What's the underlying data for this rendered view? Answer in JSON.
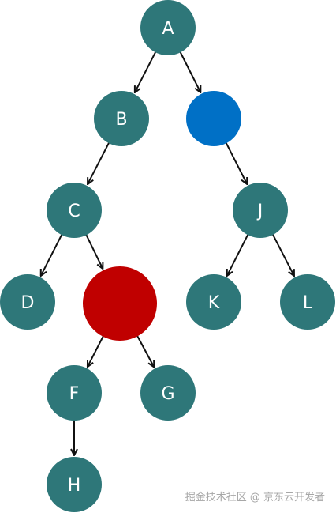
{
  "diagram": {
    "nodes": [
      {
        "id": "A",
        "label": "A",
        "color": "#2e7779"
      },
      {
        "id": "B",
        "label": "B",
        "color": "#2e7779"
      },
      {
        "id": "blue",
        "label": "",
        "color": "#0070c6"
      },
      {
        "id": "C",
        "label": "C",
        "color": "#2e7779"
      },
      {
        "id": "J",
        "label": "J",
        "color": "#2e7779"
      },
      {
        "id": "D",
        "label": "D",
        "color": "#2e7779"
      },
      {
        "id": "red",
        "label": "",
        "color": "#c00000"
      },
      {
        "id": "K",
        "label": "K",
        "color": "#2e7779"
      },
      {
        "id": "L",
        "label": "L",
        "color": "#2e7779"
      },
      {
        "id": "F",
        "label": "F",
        "color": "#2e7779"
      },
      {
        "id": "G",
        "label": "G",
        "color": "#2e7779"
      },
      {
        "id": "H",
        "label": "H",
        "color": "#2e7779"
      }
    ],
    "edges": [
      {
        "from": "A",
        "to": "B"
      },
      {
        "from": "A",
        "to": "blue"
      },
      {
        "from": "B",
        "to": "C"
      },
      {
        "from": "blue",
        "to": "J"
      },
      {
        "from": "C",
        "to": "D"
      },
      {
        "from": "C",
        "to": "red"
      },
      {
        "from": "J",
        "to": "K"
      },
      {
        "from": "J",
        "to": "L"
      },
      {
        "from": "red",
        "to": "F"
      },
      {
        "from": "red",
        "to": "G"
      },
      {
        "from": "F",
        "to": "H"
      }
    ]
  },
  "watermark": "掘金技术社区 @ 京东云开发者"
}
